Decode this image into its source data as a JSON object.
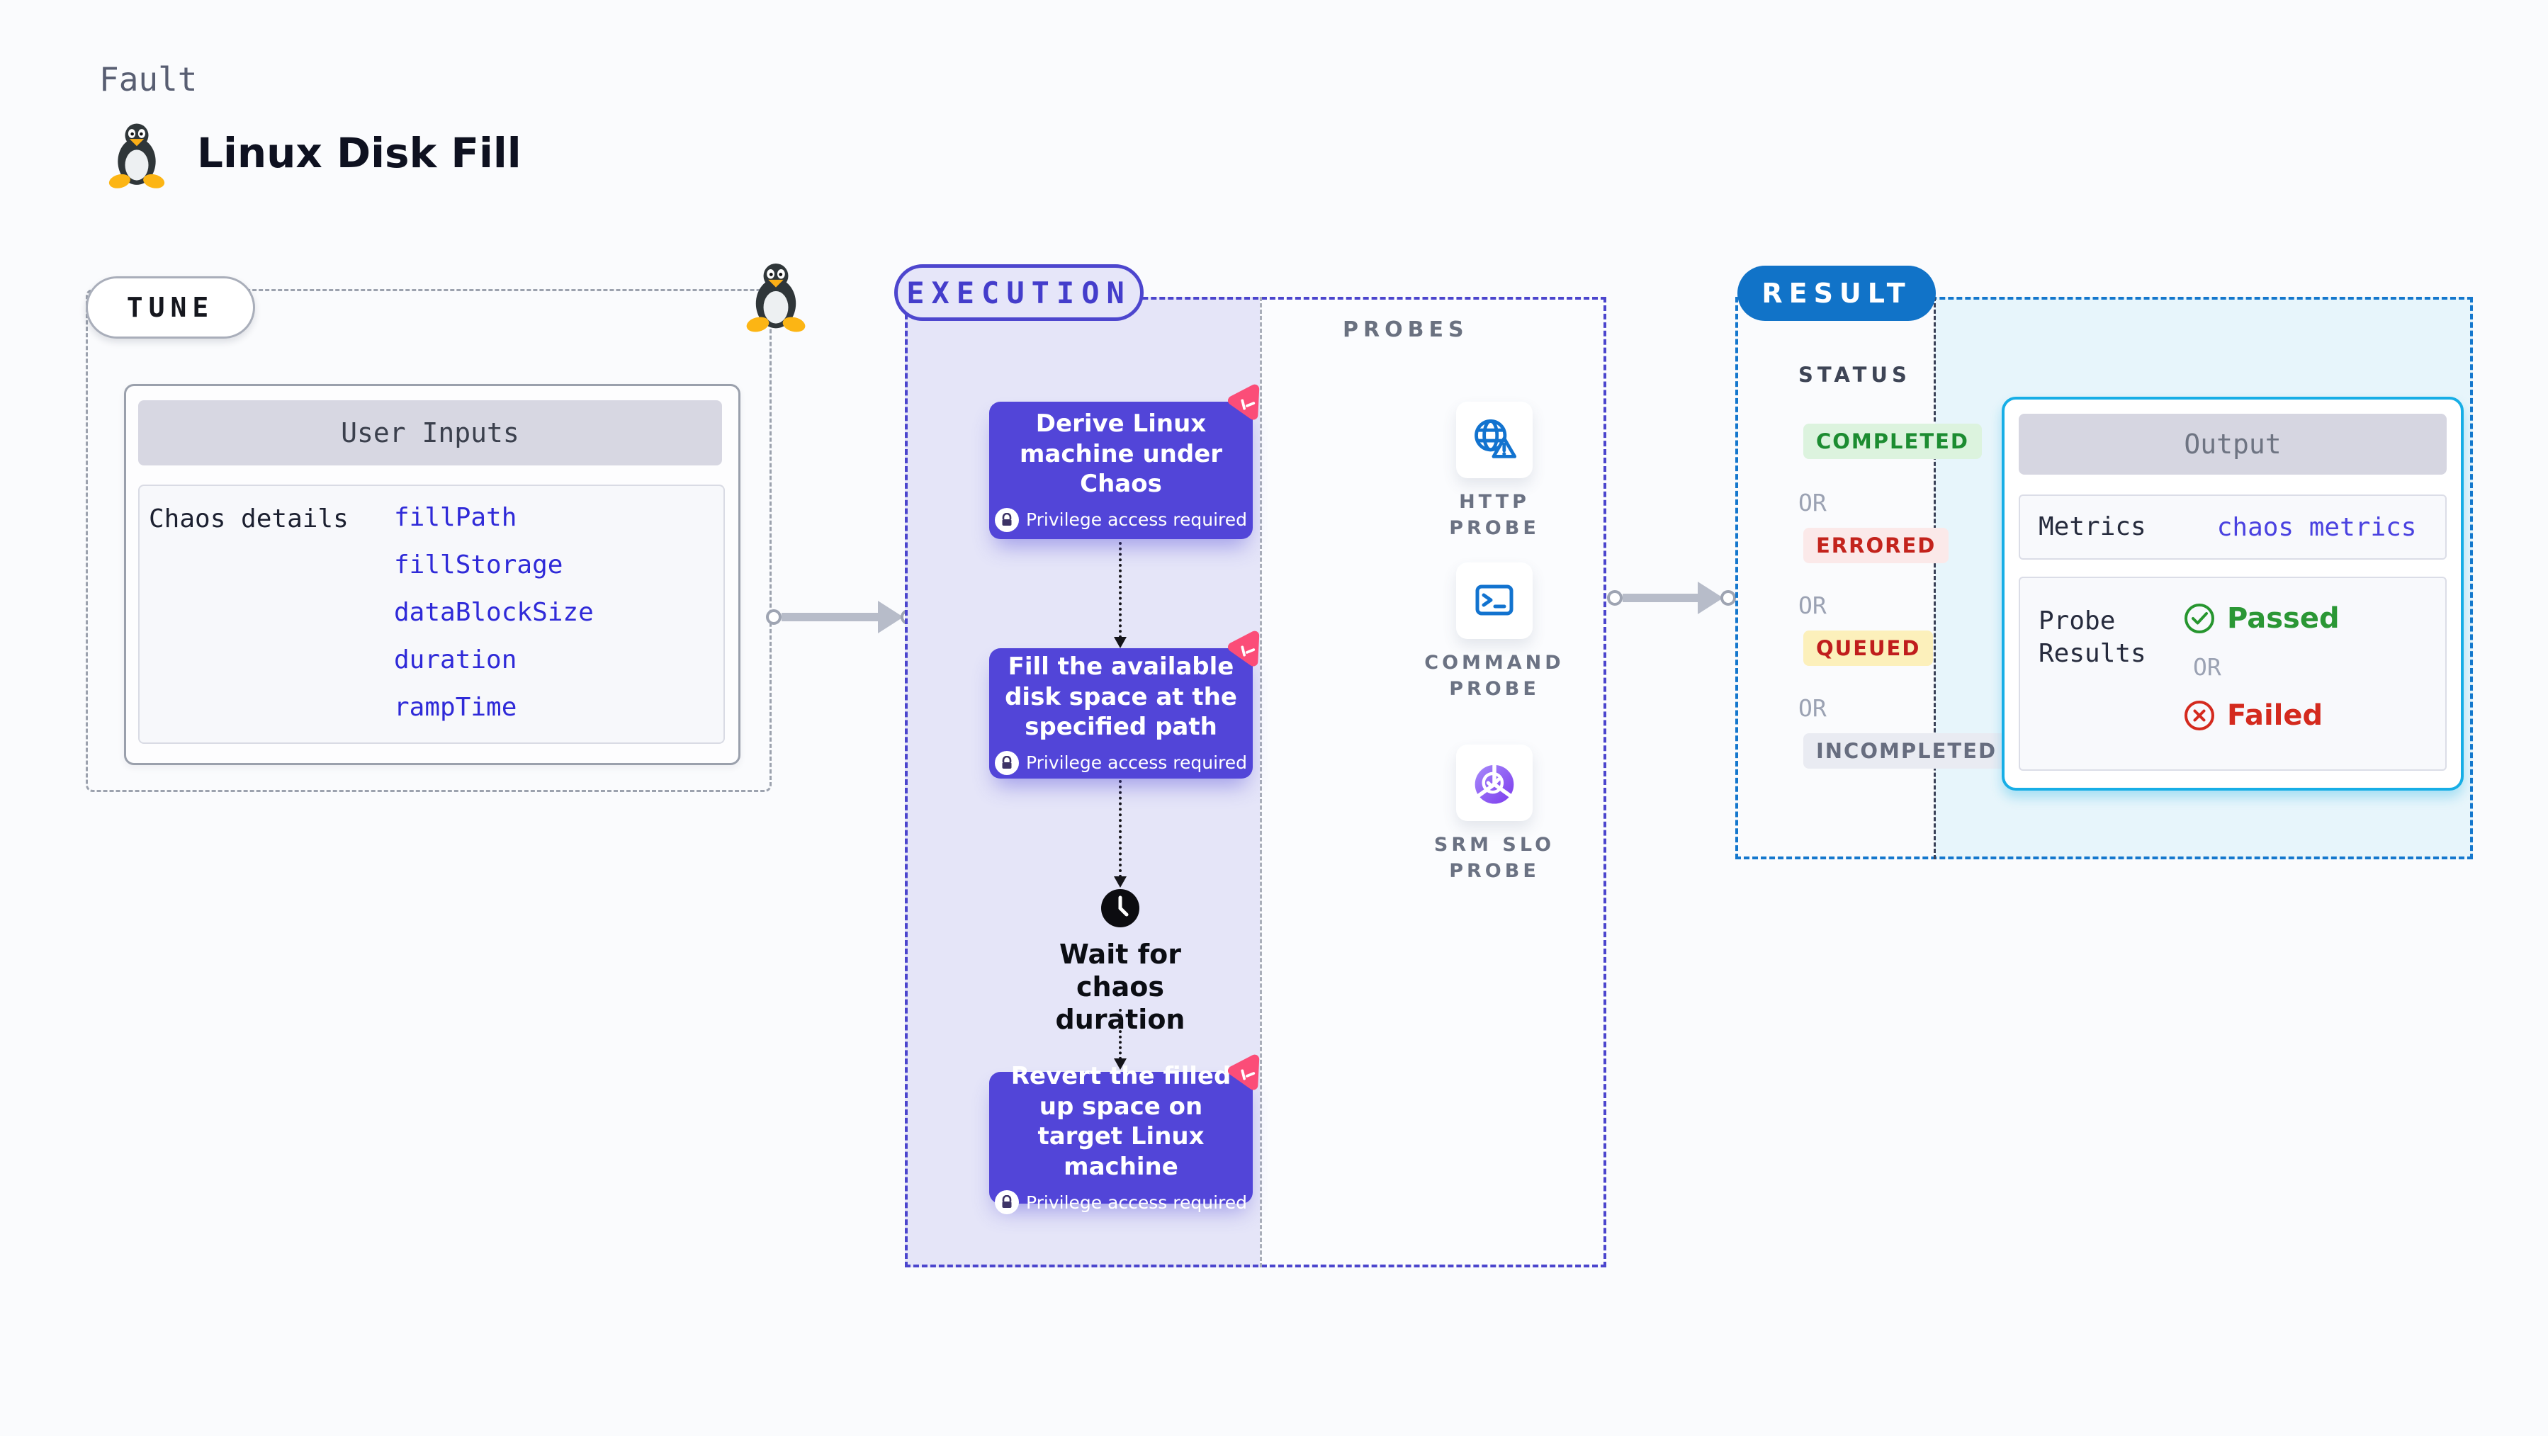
{
  "page": {
    "kicker": "Fault",
    "title": "Linux Disk Fill"
  },
  "tune": {
    "label": "TUNE",
    "card": {
      "header": "User Inputs",
      "row_label": "Chaos details",
      "params": [
        "fillPath",
        "fillStorage",
        "dataBlockSize",
        "duration",
        "rampTime"
      ]
    }
  },
  "execution": {
    "label": "EXECUTION",
    "nodes": [
      {
        "title": "Derive Linux machine under Chaos",
        "badge": "Privilege access required"
      },
      {
        "title": "Fill the available disk space at the specified path",
        "badge": "Privilege access required"
      },
      {
        "title": "Revert the filled up space on target Linux machine",
        "badge": "Privilege access required"
      }
    ],
    "wait_label": "Wait for chaos duration"
  },
  "probes": {
    "label": "PROBES",
    "items": [
      {
        "name": "HTTP PROBE",
        "icon": "globe-alert-icon"
      },
      {
        "name": "COMMAND PROBE",
        "icon": "terminal-icon"
      },
      {
        "name": "SRM SLO PROBE",
        "icon": "slo-donut-icon"
      }
    ]
  },
  "result": {
    "label": "RESULT",
    "status": {
      "heading": "STATUS",
      "separator": "OR",
      "badges": [
        {
          "text": "COMPLETED",
          "type": "success"
        },
        {
          "text": "ERRORED",
          "type": "error"
        },
        {
          "text": "QUEUED",
          "type": "warning"
        },
        {
          "text": "INCOMPLETED",
          "type": "neutral"
        }
      ]
    },
    "output": {
      "header": "Output",
      "metrics_label": "Metrics",
      "metrics_value": "chaos metrics",
      "probe_results_label": "Probe Results",
      "passed": "Passed",
      "or": "OR",
      "failed": "Failed"
    }
  },
  "colors": {
    "indigo_accent": "#4d46ce",
    "node_fill": "#5245d8",
    "execution_bg": "#e5e5f8",
    "chaos_pink": "#fb4d78",
    "result_blue": "#1173c8",
    "output_border_cyan": "#17aee6",
    "output_bg_cyan": "#e7f5fb",
    "param_link_blue": "#2f2ad8",
    "success_green": "#2b9735",
    "failed_red": "#d42a1e",
    "probe_icon_blue": "#1273cf"
  }
}
